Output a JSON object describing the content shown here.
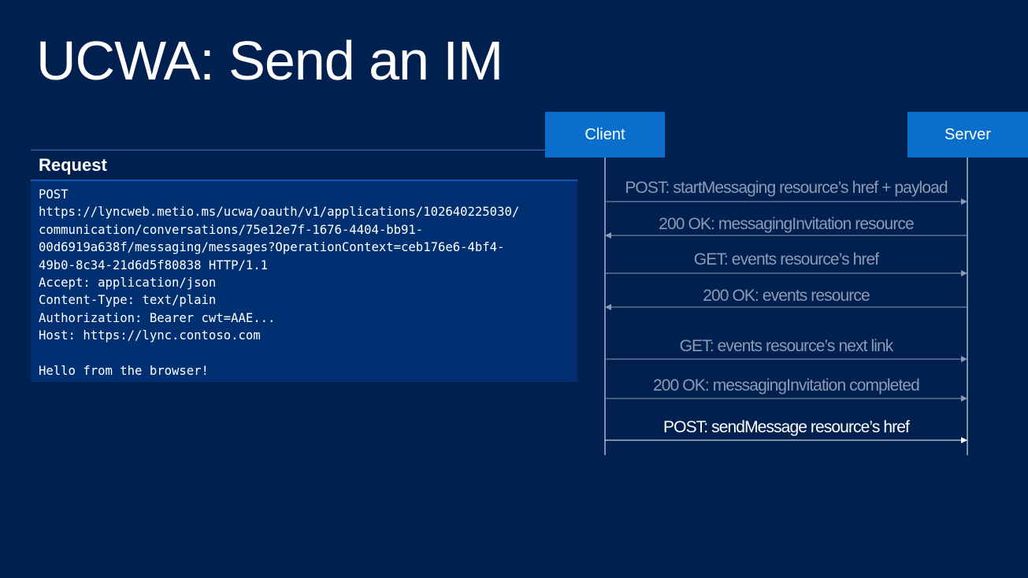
{
  "slide": {
    "title": "UCWA: Send an IM"
  },
  "request": {
    "heading": "Request",
    "lines": [
      "POST",
      "https://lyncweb.metio.ms/ucwa/oauth/v1/applications/102640225030/",
      "communication/conversations/75e12e7f-1676-4404-bb91-",
      "00d6919a638f/messaging/messages?OperationContext=ceb176e6-4bf4-",
      "49b0-8c34-21d6d5f80838 HTTP/1.1",
      "Accept: application/json",
      "Content-Type: text/plain",
      "Authorization: Bearer cwt=AAE...",
      "Host: https://lync.contoso.com",
      "",
      "Hello from the browser!"
    ]
  },
  "actors": {
    "client": "Client",
    "server": "Server"
  },
  "messages": [
    {
      "label": "POST: startMessaging resource’s href + payload",
      "direction": "to-server",
      "highlight": false
    },
    {
      "label": "200 OK: messagingInvitation resource",
      "direction": "to-client",
      "highlight": false
    },
    {
      "label": "GET: events resource’s href",
      "direction": "to-server",
      "highlight": false
    },
    {
      "label": "200 OK: events resource",
      "direction": "to-client",
      "highlight": false
    },
    {
      "label": "GET: events resource’s next link",
      "direction": "to-server",
      "highlight": false
    },
    {
      "label": "200 OK: messagingInvitation completed",
      "direction": "to-server",
      "highlight": false
    },
    {
      "label": "POST: sendMessage resource’s href",
      "direction": "to-server",
      "highlight": true
    }
  ],
  "colors": {
    "background": "#002050",
    "actor_box": "#0a6fcc",
    "request_panel": "#003071",
    "dim_message": "#8c9ab3",
    "highlight_message": "#ffffff"
  }
}
